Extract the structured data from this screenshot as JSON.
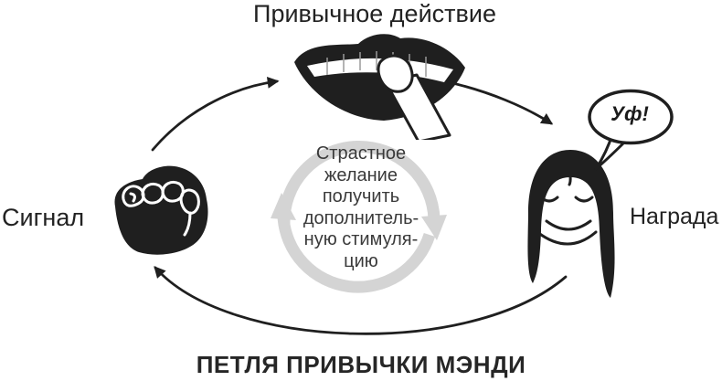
{
  "colors": {
    "ink": "#1f1f1f",
    "ring_gray": "#d4d4d4",
    "center_text_gray": "#3a3a3a",
    "background": "#ffffff"
  },
  "diagram": {
    "top_node": {
      "label": "Привычное действие",
      "icon": "nail-biting-mouth-icon"
    },
    "left_node": {
      "label": "Сигнал",
      "icon": "clenched-fist-icon"
    },
    "right_node": {
      "label": "Награда",
      "icon": "woman-face-icon",
      "speech_bubble_text": "Уф!"
    },
    "center": {
      "lines": [
        "Страстное",
        "желание",
        "получить",
        "дополнитель-",
        "ную стимуля-",
        "цию"
      ]
    },
    "caption": "ПЕТЛЯ ПРИВЫЧКИ МЭНДИ"
  }
}
